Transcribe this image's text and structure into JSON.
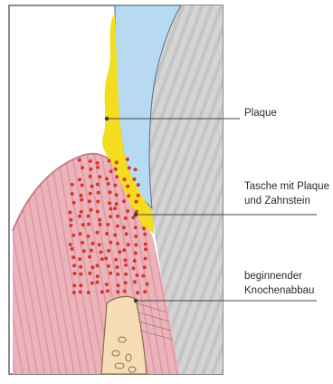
{
  "labels": {
    "plaque": "Plaque",
    "pocket_line1": "Tasche mit Plaque",
    "pocket_line2": "und Zahnstein",
    "bone_line1": "beginnender",
    "bone_line2": "Knochenabbau"
  },
  "colors": {
    "enamel": "#b7d9f2",
    "dentin": "#d2d2d2",
    "plaque": "#f3dd1e",
    "gingiva": "#eab2b9",
    "bone": "#f6ddb8",
    "inflammation_dots": "#d9352c",
    "outline": "#555555",
    "leader": "#444444"
  }
}
